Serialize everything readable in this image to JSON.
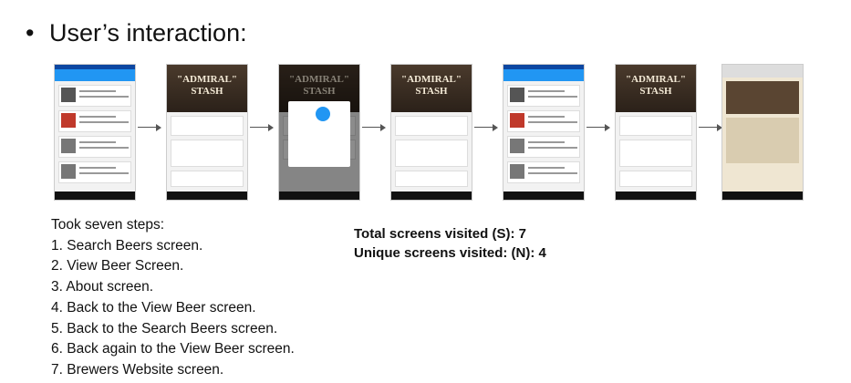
{
  "slide": {
    "title": "User’s interaction:",
    "bullet": "•"
  },
  "screens": [
    {
      "kind": "search-beers"
    },
    {
      "kind": "view-beer",
      "hero_text": "\"ADMIRAL\" STASH"
    },
    {
      "kind": "about",
      "hero_text": "\"ADMIRAL\" STASH"
    },
    {
      "kind": "view-beer",
      "hero_text": "\"ADMIRAL\" STASH"
    },
    {
      "kind": "search-beers"
    },
    {
      "kind": "view-beer",
      "hero_text": "\"ADMIRAL\" STASH"
    },
    {
      "kind": "brewers-website"
    }
  ],
  "steps": {
    "intro": "Took seven steps:",
    "items": [
      "1. Search Beers screen.",
      "2. View Beer Screen.",
      "3. About screen.",
      "4. Back to the View Beer screen.",
      "5. Back to the Search Beers screen.",
      "6. Back again to the View Beer screen.",
      "7. Brewers Website screen."
    ]
  },
  "summary": {
    "total": "Total screens visited (S): 7",
    "unique": "Unique screens visited: (N): 4"
  }
}
